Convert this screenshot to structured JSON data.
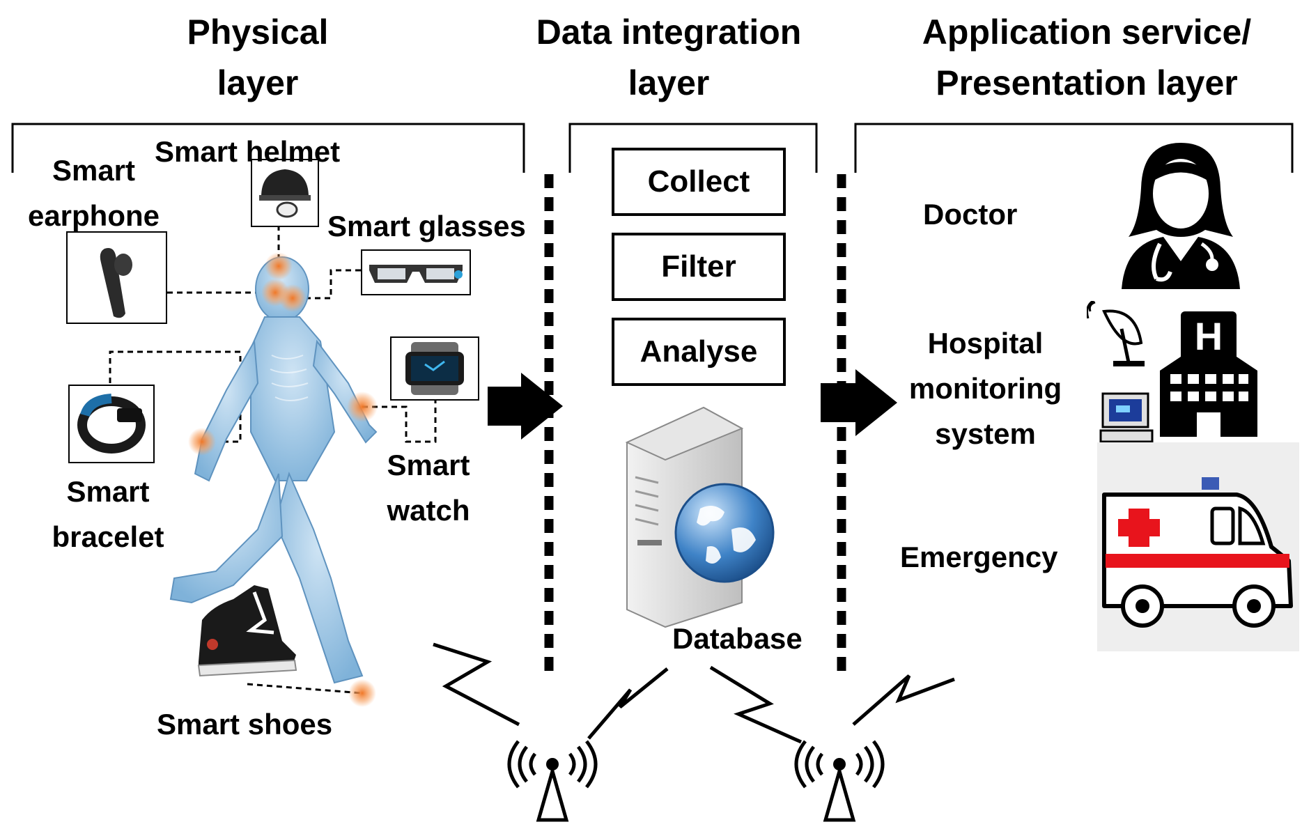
{
  "layers": {
    "physical": {
      "title": "Physical\nlayer"
    },
    "integration": {
      "title": "Data integration\nlayer"
    },
    "application": {
      "title": "Application service/\nPresentation  layer"
    }
  },
  "devices": {
    "helmet": "Smart helmet",
    "earphone": "Smart\nearphone",
    "glasses": "Smart glasses",
    "bracelet": "Smart\nbracelet",
    "watch": "Smart\nwatch",
    "shoes": "Smart shoes"
  },
  "steps": [
    "Collect",
    "Filter",
    "Analyse"
  ],
  "database": "Database",
  "services": {
    "doctor": "Doctor",
    "hospital": "Hospital\nmonitoring\nsystem",
    "emergency": "Emergency"
  },
  "icons": [
    "helmet-icon",
    "earphone-icon",
    "glasses-icon",
    "bracelet-icon",
    "watch-icon",
    "shoe-icon",
    "human-body-figure",
    "server-icon",
    "globe-icon",
    "doctor-icon",
    "satellite-dish-icon",
    "hospital-icon",
    "computer-icon",
    "ambulance-icon",
    "antenna-icon",
    "lightning-icon",
    "arrow-icon"
  ],
  "colors": {
    "sensor": "#f07828",
    "body": "#7fb2d9",
    "ambulance_red": "#e8141c",
    "globe": "#3f83c7"
  }
}
